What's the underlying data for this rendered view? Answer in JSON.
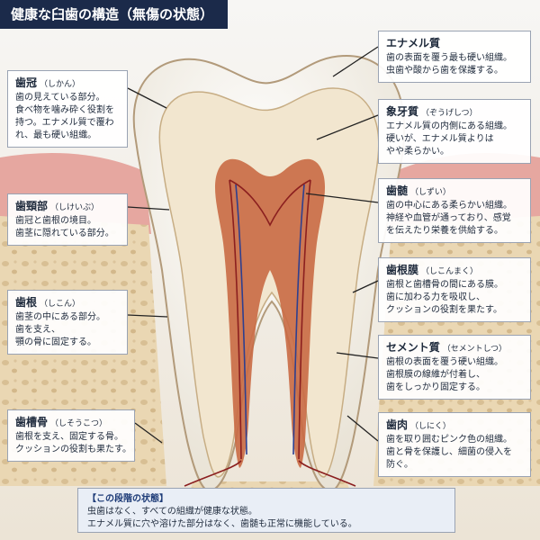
{
  "title": "健康な臼歯の構造（無傷の状態）",
  "colors": {
    "title_bg": "#1b2a4a",
    "pulp": "#c96a44",
    "gum": "#e6a7a0",
    "bone": "#e7d4b0"
  },
  "labels": [
    {
      "id": "crown",
      "name": "歯冠",
      "reading": "（しかん）",
      "lines": [
        "歯の見えている部分。",
        "食べ物を噛み砕く役割を",
        "持つ。エナメル質で覆わ",
        "れ、最も硬い組織。"
      ]
    },
    {
      "id": "neck",
      "name": "歯頸部",
      "reading": "（しけいぶ）",
      "lines": [
        "歯冠と歯根の境目。",
        "歯茎に隠れている部分。"
      ]
    },
    {
      "id": "root",
      "name": "歯根",
      "reading": "（しこん）",
      "lines": [
        "歯茎の中にある部分。",
        "歯を支え、",
        "顎の骨に固定する。"
      ]
    },
    {
      "id": "alveolar",
      "name": "歯槽骨",
      "reading": "（しそうこつ）",
      "lines": [
        "歯根を支え、固定する骨。",
        "クッションの役割も果たす。"
      ]
    },
    {
      "id": "enamel",
      "name": "エナメル質",
      "reading": "",
      "lines": [
        "歯の表面を覆う最も硬い組織。",
        "虫歯や酸から歯を保護する。"
      ]
    },
    {
      "id": "dentin",
      "name": "象牙質",
      "reading": "（ぞうげしつ）",
      "lines": [
        "エナメル質の内側にある組織。",
        "硬いが、エナメル質よりは",
        "やや柔らかい。"
      ]
    },
    {
      "id": "pulp",
      "name": "歯髄",
      "reading": "（しずい）",
      "lines": [
        "歯の中心にある柔らかい組織。",
        "神経や血管が通っており、感覚",
        "を伝えたり栄養を供給する。"
      ]
    },
    {
      "id": "pdl",
      "name": "歯根膜",
      "reading": "（しこんまく）",
      "lines": [
        "歯根と歯槽骨の間にある膜。",
        "歯に加わる力を吸収し、",
        "クッションの役割を果たす。"
      ]
    },
    {
      "id": "cementum",
      "name": "セメント質",
      "reading": "（セメントしつ）",
      "lines": [
        "歯根の表面を覆う硬い組織。",
        "歯根膜の線維が付着し、",
        "歯をしっかり固定する。"
      ]
    },
    {
      "id": "gum",
      "name": "歯肉",
      "reading": "（しにく）",
      "lines": [
        "歯を取り囲むピンク色の組織。",
        "歯と骨を保護し、細菌の侵入を",
        "防ぐ。"
      ]
    }
  ],
  "status": {
    "heading": "【この段階の状態】",
    "lines": [
      "虫歯はなく、すべての組織が健康な状態。",
      "エナメル質に穴や溶けた部分はなく、歯髄も正常に機能している。"
    ]
  }
}
